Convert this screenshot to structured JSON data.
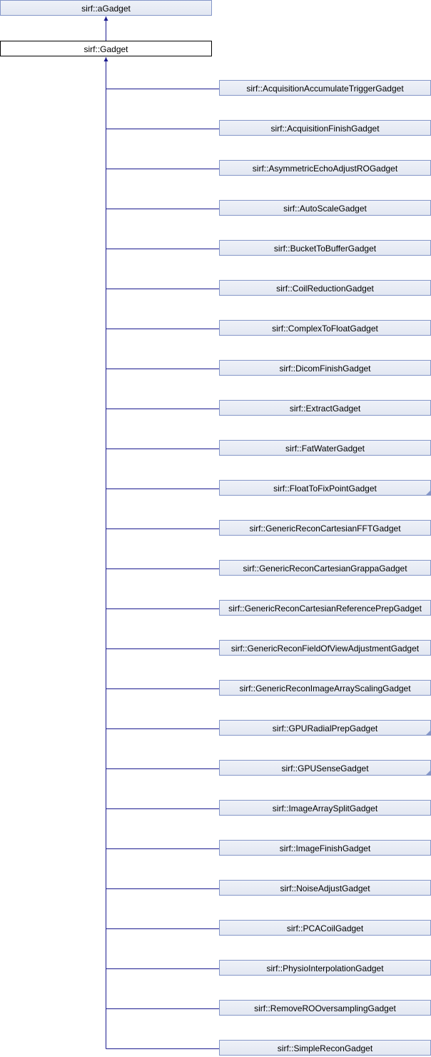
{
  "base": "sirf::aGadget",
  "current": "sirf::Gadget",
  "children": [
    {
      "label": "sirf::AcquisitionAccumulateTriggerGadget",
      "has_more": false
    },
    {
      "label": "sirf::AcquisitionFinishGadget",
      "has_more": false
    },
    {
      "label": "sirf::AsymmetricEchoAdjustROGadget",
      "has_more": false
    },
    {
      "label": "sirf::AutoScaleGadget",
      "has_more": false
    },
    {
      "label": "sirf::BucketToBufferGadget",
      "has_more": false
    },
    {
      "label": "sirf::CoilReductionGadget",
      "has_more": false
    },
    {
      "label": "sirf::ComplexToFloatGadget",
      "has_more": false
    },
    {
      "label": "sirf::DicomFinishGadget",
      "has_more": false
    },
    {
      "label": "sirf::ExtractGadget",
      "has_more": false
    },
    {
      "label": "sirf::FatWaterGadget",
      "has_more": false
    },
    {
      "label": "sirf::FloatToFixPointGadget",
      "has_more": true
    },
    {
      "label": "sirf::GenericReconCartesianFFTGadget",
      "has_more": false
    },
    {
      "label": "sirf::GenericReconCartesianGrappaGadget",
      "has_more": false
    },
    {
      "label": "sirf::GenericReconCartesianReferencePrepGadget",
      "has_more": false
    },
    {
      "label": "sirf::GenericReconFieldOfViewAdjustmentGadget",
      "has_more": false
    },
    {
      "label": "sirf::GenericReconImageArrayScalingGadget",
      "has_more": false
    },
    {
      "label": "sirf::GPURadialPrepGadget",
      "has_more": true
    },
    {
      "label": "sirf::GPUSenseGadget",
      "has_more": true
    },
    {
      "label": "sirf::ImageArraySplitGadget",
      "has_more": false
    },
    {
      "label": "sirf::ImageFinishGadget",
      "has_more": false
    },
    {
      "label": "sirf::NoiseAdjustGadget",
      "has_more": false
    },
    {
      "label": "sirf::PCACoilGadget",
      "has_more": false
    },
    {
      "label": "sirf::PhysioInterpolationGadget",
      "has_more": false
    },
    {
      "label": "sirf::RemoveROOversamplingGadget",
      "has_more": false
    },
    {
      "label": "sirf::SimpleReconGadget",
      "has_more": false
    }
  ]
}
